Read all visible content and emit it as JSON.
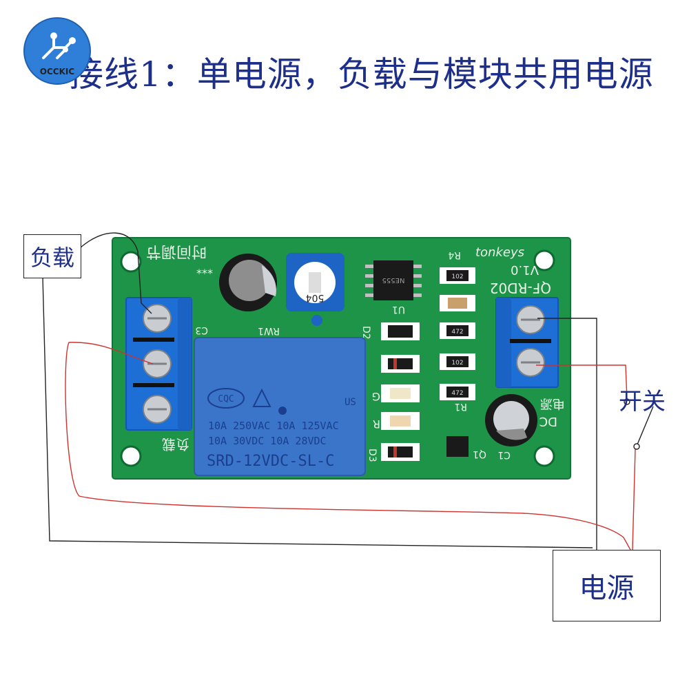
{
  "title": "接线1：单电源，负载与模块共用电源",
  "logo": {
    "text": "OCCKIC"
  },
  "labels": {
    "load": "负载",
    "switch": "开关",
    "power": "电源"
  },
  "board": {
    "brand": "tonkeys",
    "model": "QF-RD02",
    "version": "V1.0",
    "silk_time_adjust": "时间调节",
    "silk_load": "负载",
    "silk_power": "电源",
    "silk_dc": "DC",
    "silk_stars": "***",
    "labels": {
      "r4": "R4",
      "c3": "C3",
      "rw1": "RW1",
      "u1": "U1",
      "d2": "D2",
      "g": "G",
      "r": "R",
      "d3": "D3",
      "r1": "R1",
      "q1": "Q1",
      "c1": "C1"
    },
    "pot_label": "504",
    "ic_text": "NE555",
    "resistor_codes": [
      "102",
      "472",
      "102",
      "472"
    ]
  },
  "relay": {
    "cert": "CQC",
    "line1": "10A 250VAC  10A 125VAC",
    "line2": "10A  30VDC  10A  28VDC",
    "model": "SRD-12VDC-SL-C",
    "us_mark": "US"
  },
  "colors": {
    "board": "#1e9448",
    "terminal": "#1d6fd6",
    "relay": "#3a75c9",
    "wire_red": "#d0312d",
    "wire_black": "#222222",
    "label_text": "#1e2f8a"
  }
}
